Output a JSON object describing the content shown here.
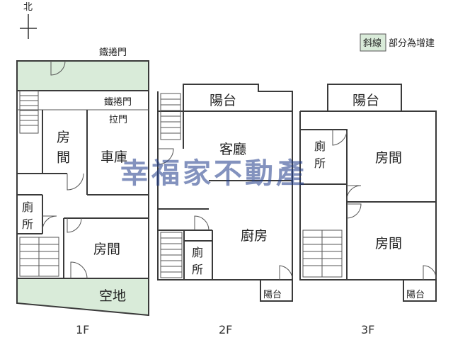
{
  "compass": {
    "north_label": "北",
    "icon": "north-arrow-icon"
  },
  "legend": {
    "swatch_label": "斜線",
    "text": "部分為增建",
    "color": "#d9ebd9"
  },
  "watermark": "幸福家不動產",
  "floors": {
    "f1": {
      "label": "1F",
      "rooms": {
        "top_gate": "鐵捲門",
        "inner_gate": "鐵捲門",
        "sliding_door": "拉門",
        "room_a": "房\n間",
        "garage": "車庫",
        "toilet": "廁\n所",
        "room_b": "房間",
        "yard": "空地"
      }
    },
    "f2": {
      "label": "2F",
      "rooms": {
        "balcony_top": "陽台",
        "living": "客廳",
        "kitchen": "廚房",
        "toilet": "廁\n所",
        "balcony_small": "陽台"
      }
    },
    "f3": {
      "label": "3F",
      "rooms": {
        "balcony_top": "陽台",
        "toilet": "廁\n所",
        "room_a": "房間",
        "room_b": "房間",
        "balcony_small": "陽台"
      }
    }
  }
}
